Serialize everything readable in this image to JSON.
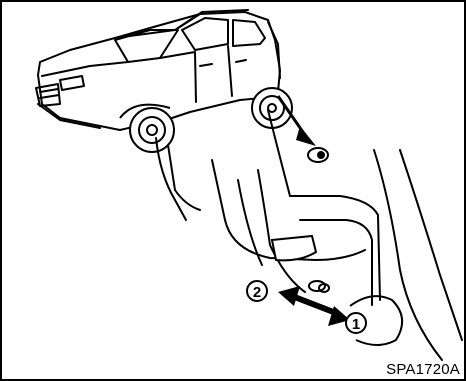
{
  "figure": {
    "code": "SPA1720A",
    "callouts": {
      "one": "1",
      "two": "2"
    },
    "icons": [
      "suv-vehicle-icon",
      "fuel-filler-lid-icon",
      "lid-release-arrow-icon"
    ]
  }
}
